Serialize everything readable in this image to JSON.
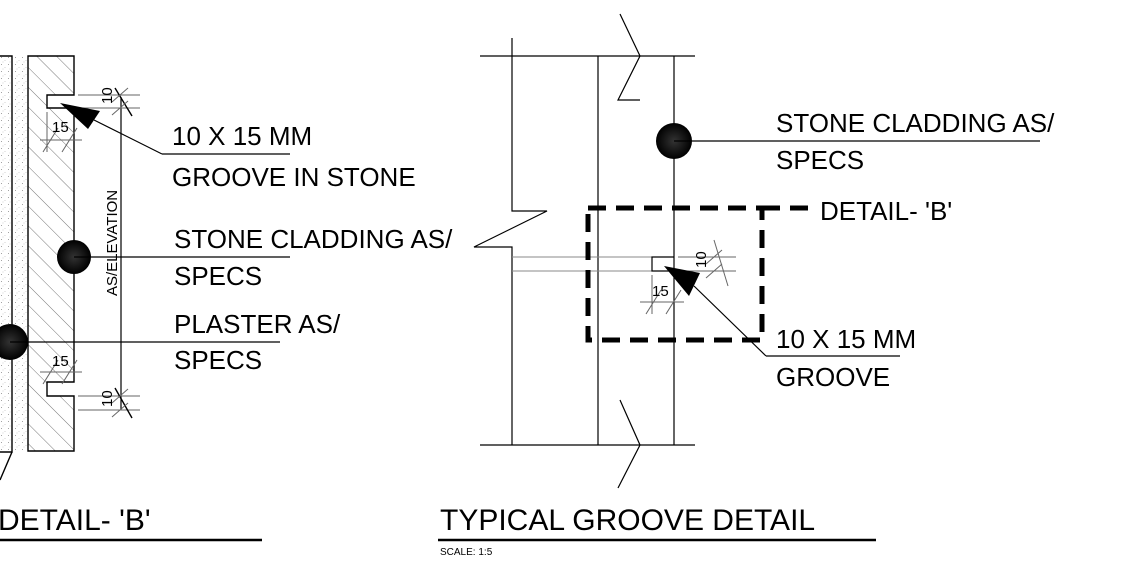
{
  "left_detail": {
    "title": "DETAIL- 'B'",
    "elevation_label": "AS/ELEVATION",
    "groove_note": {
      "line1": "10 X 15 MM",
      "line2": "GROOVE IN STONE"
    },
    "cladding_note": {
      "line1": "STONE CLADDING AS/",
      "line2": "SPECS"
    },
    "plaster_note": {
      "line1": "PLASTER AS/",
      "line2": "SPECS"
    },
    "dims": {
      "top_10": "10",
      "top_15": "15",
      "bottom_15": "15",
      "bottom_10": "10"
    }
  },
  "right_detail": {
    "title": "TYPICAL GROOVE DETAIL",
    "scale": "SCALE: 1:5",
    "cladding_note": {
      "line1": "STONE CLADDING AS/",
      "line2": "SPECS"
    },
    "detail_ref": "DETAIL- 'B'",
    "groove_note": {
      "line1": "10 X 15 MM",
      "line2": "GROOVE"
    },
    "dims": {
      "d10": "10",
      "d15": "15"
    }
  },
  "colors": {
    "ink": "#000000",
    "grey_line": "#888888"
  }
}
